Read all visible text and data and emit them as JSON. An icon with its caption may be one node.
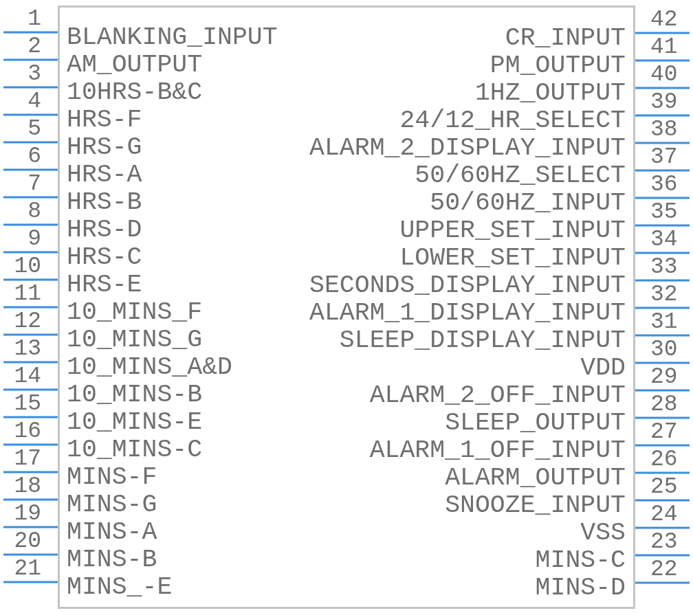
{
  "diagram": {
    "nodes": [
      {
        "text": [],
        "shape": "box"
      },
      {
        "text": [
          "BLANKING_INPUT"
        ],
        "in": 0,
        "beside": [
          "1"
        ]
      },
      {
        "text": [
          "AM_OUTPUT"
        ],
        "in": 0,
        "beside": [
          "2"
        ]
      },
      {
        "text": [
          "10HRS-B&C"
        ],
        "in": 0,
        "beside": [
          "3"
        ]
      },
      {
        "text": [
          "HRS-F"
        ],
        "in": 0,
        "beside": [
          "4"
        ]
      },
      {
        "text": [
          "HRS-G"
        ],
        "in": 0,
        "beside": [
          "5"
        ]
      },
      {
        "text": [
          "HRS-A"
        ],
        "in": 0,
        "beside": [
          "6"
        ]
      },
      {
        "text": [
          "HRS-B"
        ],
        "in": 0,
        "beside": [
          "7"
        ]
      },
      {
        "text": [
          "HRS-D"
        ],
        "in": 0,
        "beside": [
          "8"
        ]
      },
      {
        "text": [
          "HRS-C"
        ],
        "in": 0,
        "beside": [
          "9"
        ]
      },
      {
        "text": [
          "HRS-E"
        ],
        "in": 0,
        "beside": [
          "10"
        ]
      },
      {
        "text": [
          "10_MINS_F"
        ],
        "in": 0,
        "beside": [
          "11"
        ]
      },
      {
        "text": [
          "10_MINS_G"
        ],
        "in": 0,
        "beside": [
          "12"
        ]
      },
      {
        "text": [
          "10_MINS_A&D"
        ],
        "in": 0,
        "beside": [
          "13"
        ]
      },
      {
        "text": [
          "10_MINS-B"
        ],
        "in": 0,
        "beside": [
          "14"
        ]
      },
      {
        "text": [
          "10_MINS-E"
        ],
        "in": 0,
        "beside": [
          "15"
        ]
      },
      {
        "text": [
          "10_MINS-C"
        ],
        "in": 0,
        "beside": [
          "16"
        ]
      },
      {
        "text": [
          "MINS-F"
        ],
        "in": 0,
        "beside": [
          "17"
        ]
      },
      {
        "text": [
          "MINS-G"
        ],
        "in": 0,
        "beside": [
          "18"
        ]
      },
      {
        "text": [
          "MINS-A"
        ],
        "in": 0,
        "beside": [
          "19"
        ]
      },
      {
        "text": [
          "MINS-B"
        ],
        "in": 0,
        "beside": [
          "20"
        ]
      },
      {
        "text": [
          "MINS_-E"
        ],
        "in": 0,
        "beside": [
          "21"
        ]
      },
      {
        "text": [
          "MINS-D"
        ],
        "in": 0,
        "beside": [
          "22"
        ]
      },
      {
        "text": [
          "MINS-C"
        ],
        "in": 0,
        "beside": [
          "23"
        ]
      },
      {
        "text": [
          "VSS"
        ],
        "in": 0,
        "beside": [
          "24"
        ]
      },
      {
        "text": [
          "SNOOZE_INPUT"
        ],
        "in": 0,
        "beside": [
          "25"
        ]
      },
      {
        "text": [
          "ALARM_OUTPUT"
        ],
        "in": 0,
        "beside": [
          "26"
        ]
      },
      {
        "text": [
          "ALARM_1_OFF_INPUT"
        ],
        "in": 0,
        "beside": [
          "27"
        ]
      },
      {
        "text": [
          "SLEEP_OUTPUT"
        ],
        "in": 0,
        "beside": [
          "28"
        ]
      },
      {
        "text": [
          "ALARM_2_OFF_INPUT"
        ],
        "in": 0,
        "beside": [
          "29"
        ]
      },
      {
        "text": [
          "VDD"
        ],
        "in": 0,
        "beside": [
          "30"
        ]
      },
      {
        "text": [
          "SLEEP_DISPLAY_INPUT"
        ],
        "in": 0,
        "beside": [
          "31"
        ]
      },
      {
        "text": [
          "ALARM_1_DISPLAY_INPUT"
        ],
        "in": 0,
        "beside": [
          "32"
        ]
      },
      {
        "text": [
          "SECONDS_DISPLAY_INPUT"
        ],
        "in": 0,
        "beside": [
          "33"
        ]
      },
      {
        "text": [
          "LOWER_SET_INPUT"
        ],
        "in": 0,
        "beside": [
          "34"
        ]
      },
      {
        "text": [
          "UPPER_SET_INPUT"
        ],
        "in": 0,
        "beside": [
          "35"
        ]
      },
      {
        "text": [
          "50/60HZ_INPUT"
        ],
        "in": 0,
        "beside": [
          "36"
        ]
      },
      {
        "text": [
          "50/60HZ_SELECT"
        ],
        "in": 0,
        "beside": [
          "37"
        ]
      },
      {
        "text": [
          "ALARM_2_DISPLAY_INPUT"
        ],
        "in": 0,
        "beside": [
          "38"
        ]
      },
      {
        "text": [
          "24/12_HR_SELECT"
        ],
        "in": 0,
        "beside": [
          "39"
        ]
      },
      {
        "text": [
          "1HZ_OUTPUT"
        ],
        "in": 0,
        "beside": [
          "40"
        ]
      },
      {
        "text": [
          "PM_OUTPUT"
        ],
        "in": 0,
        "beside": [
          "41"
        ]
      },
      {
        "text": [
          "CR_INPUT"
        ],
        "in": 0,
        "beside": [
          "42"
        ]
      }
    ]
  }
}
